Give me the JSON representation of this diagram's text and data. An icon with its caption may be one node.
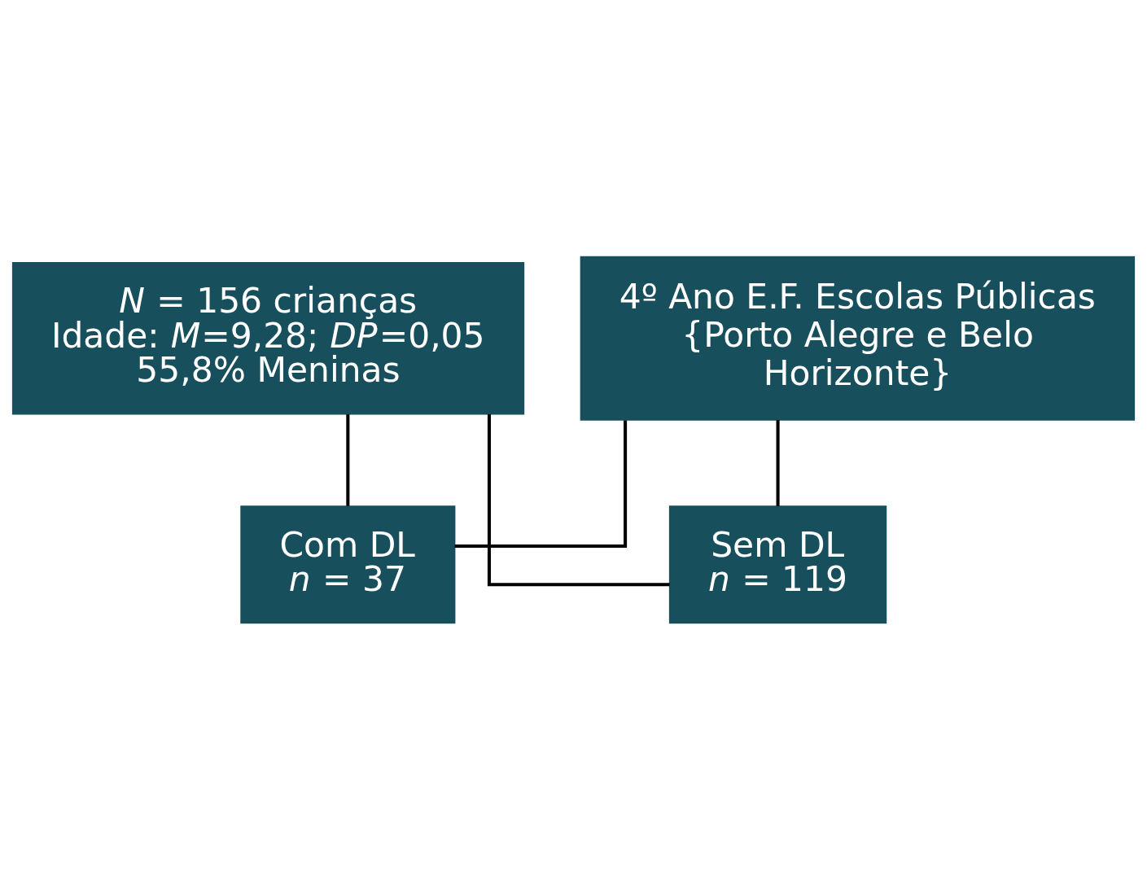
{
  "diagram": {
    "nodes": [
      {
        "text": [
          "*N* = 156 crianças",
          "Idade: *M*=9,28; *DP*=0,05",
          "55,8% Meninas"
        ]
      },
      {
        "text": [
          "4º Ano E.F. Escolas Públicas {Porto Alegre e Belo Horizonte}"
        ]
      },
      {
        "text": [
          "Com DL",
          "*n* = 37"
        ]
      },
      {
        "text": [
          "Sem DL",
          "*n* = 119"
        ]
      }
    ],
    "edges": [
      {
        "from": 0,
        "to": 2,
        "arrow": "none"
      },
      {
        "from": 0,
        "to": 3,
        "arrow": "none"
      },
      {
        "from": 1,
        "to": 2,
        "arrow": "none"
      },
      {
        "from": 1,
        "to": 3,
        "arrow": "none"
      }
    ]
  }
}
